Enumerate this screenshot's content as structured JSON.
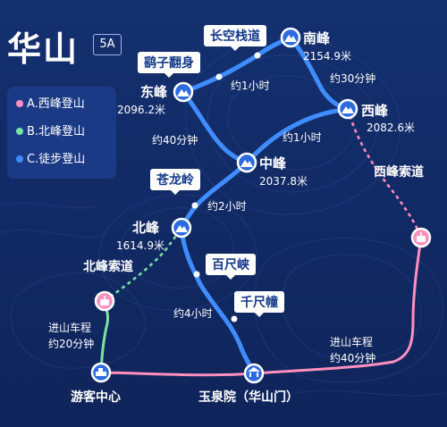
{
  "header": {
    "title": "华山",
    "level": "5A"
  },
  "legend": {
    "items": [
      {
        "label": "A.西峰登山",
        "color": "#ff8fbf"
      },
      {
        "label": "B.北峰登山",
        "color": "#7be3a4"
      },
      {
        "label": "C.徒步登山",
        "color": "#3f8cff"
      }
    ]
  },
  "colors": {
    "background": "#122a66",
    "route_west": "#ff8fbf",
    "route_north": "#7be3a4",
    "route_hike": "#3f8cff"
  },
  "peaks": [
    {
      "id": "south",
      "name": "南峰",
      "elevation": "2154.9米"
    },
    {
      "id": "east",
      "name": "东峰",
      "elevation": "2096.2米"
    },
    {
      "id": "west",
      "name": "西峰",
      "elevation": "2082.6米"
    },
    {
      "id": "center",
      "name": "中峰",
      "elevation": "2037.8米"
    },
    {
      "id": "north",
      "name": "北峰",
      "elevation": "1614.9米"
    }
  ],
  "scenic_spots": [
    {
      "id": "changkong",
      "name": "长空栈道"
    },
    {
      "id": "yaozi",
      "name": "鹞子翻身"
    },
    {
      "id": "canglong",
      "name": "苍龙岭"
    },
    {
      "id": "baichi",
      "name": "百尺峡"
    },
    {
      "id": "qianchi",
      "name": "千尺幢"
    }
  ],
  "segments": [
    {
      "id": "east_south",
      "text": "约1小时"
    },
    {
      "id": "south_west",
      "text": "约30分钟"
    },
    {
      "id": "east_center",
      "text": "约40分钟"
    },
    {
      "id": "west_center",
      "text": "约1小时"
    },
    {
      "id": "center_north",
      "text": "约2小时"
    },
    {
      "id": "north_yuquan",
      "text": "约4小时"
    }
  ],
  "cableways": [
    {
      "id": "west",
      "name": "西峰索道"
    },
    {
      "id": "north",
      "name": "北峰索道"
    }
  ],
  "bus_rides": [
    {
      "id": "to_north",
      "line1": "进山车程",
      "line2": "约20分钟"
    },
    {
      "id": "to_west",
      "line1": "进山车程",
      "line2": "约40分钟"
    }
  ],
  "places": [
    {
      "id": "visitor_center",
      "name": "游客中心"
    },
    {
      "id": "yuquan",
      "name": "玉泉院（华山门）"
    }
  ]
}
